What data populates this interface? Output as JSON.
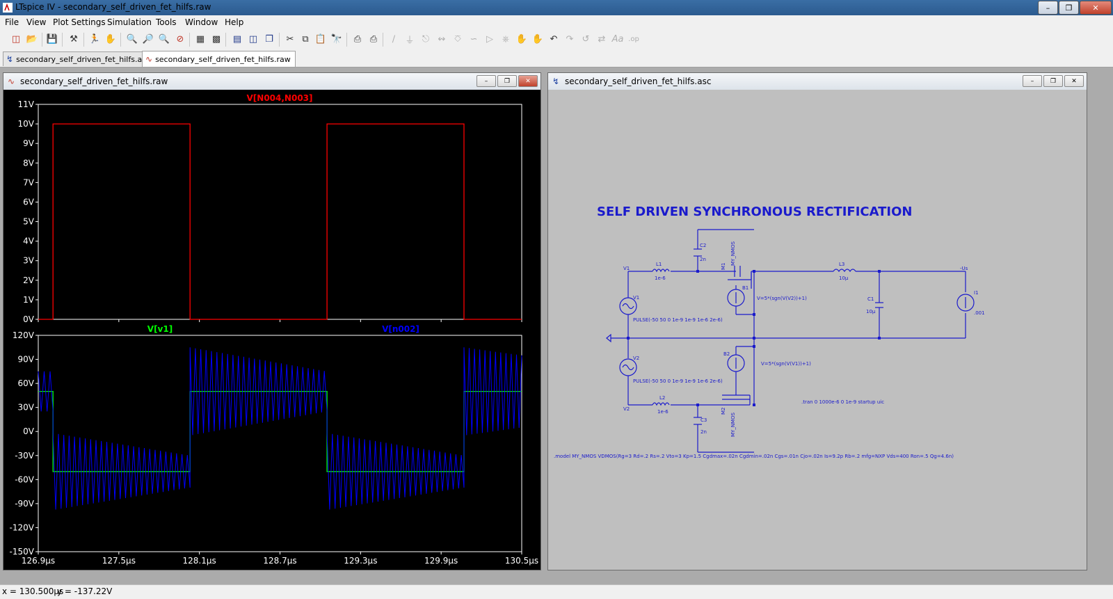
{
  "window": {
    "title": "LTspice IV - secondary_self_driven_fet_hilfs.raw",
    "controls": [
      "minimize",
      "maximize",
      "close"
    ]
  },
  "menu": [
    "File",
    "View",
    "Plot Settings",
    "Simulation",
    "Tools",
    "Window",
    "Help"
  ],
  "toolbar_icons": [
    "new-schematic",
    "open",
    "save",
    "control-panel",
    "run",
    "halt",
    "zoom-in",
    "zoom-out",
    "zoom-full",
    "zoom-cancel",
    "autorange",
    "manual-limits",
    "tile-horizontal",
    "tile-vertical",
    "cascade",
    "cut",
    "copy",
    "paste",
    "find",
    "print-preview",
    "print",
    "draw-wire",
    "ground",
    "label-net",
    "resistor",
    "capacitor",
    "inductor",
    "diode",
    "component",
    "move",
    "drag",
    "undo",
    "redo",
    "rotate",
    "mirror",
    "text",
    "spice-directive"
  ],
  "tabs": [
    {
      "label": "secondary_self_driven_fet_hilfs.asc",
      "icon": "schematic-icon"
    },
    {
      "label": "secondary_self_driven_fet_hilfs.raw",
      "icon": "waveform-icon",
      "active": true
    }
  ],
  "waveform_window": {
    "title": "secondary_self_driven_fet_hilfs.raw",
    "top_pane": {
      "trace_label": "V[N004,N003]",
      "trace_color": "#ff0000"
    },
    "bottom_pane": {
      "trace_labels": [
        {
          "text": "V[v1]",
          "color": "#00ff00"
        },
        {
          "text": "V[n002]",
          "color": "#0000ff"
        }
      ]
    }
  },
  "schematic_window": {
    "title": "secondary_self_driven_fet_hilfs.asc",
    "heading": "SELF DRIVEN SYNCHRONOUS RECTIFICATION",
    "labels": {
      "v1_net": "V1",
      "v1_src": "V1",
      "v1_pulse": "PULSE(-50 50 0 1e-9 1e-9 1e-6 2e-6)",
      "l1": "L1",
      "l1_val": "1e-6",
      "c2": "C2",
      "c2_val": "2n",
      "m1": "M1",
      "m1_model": "MY_NMOS",
      "b1": "B1",
      "b1_expr": "V=5*(sgn(V(V2))+1)",
      "l3": "L3",
      "l3_val": "10µ",
      "c1": "C1",
      "c1_val": "10µ",
      "us": "-Us",
      "i1": "I1",
      "i1_val": ".001",
      "v2_src": "V2",
      "v2_pulse": "PULSE(-50 50 0 1e-9 1e-9 1e-6 2e-6)",
      "b2": "B2",
      "b2_expr": "V=5*(sgn(V(V1))+1)",
      "l2": "L2",
      "l2_val": "1e-6",
      "v2_net": "V2",
      "c3": "C3",
      "c3_val": "2n",
      "m2": "M2",
      "m2_model": "MY_NMOS",
      "tran": ".tran 0 1000e-6 0 1e-9 startup uic",
      "model": ".model MY_NMOS VDMOS(Rg=3 Rd=.2 Rs=.2 Vto=3 Kp=1.5 Cgdmax=.02n Cgdmin=.02n Cgs=.01n Cjo=.02n Is=9.2p Rb=.2 mfg=NXP Vds=400 Ron=.5 Qg=4.6n)"
    }
  },
  "status": {
    "x": "x = 130.500µs",
    "y": "y = -137.22V"
  },
  "chart_data": [
    {
      "type": "line",
      "title": "V[N004,N003]",
      "y_ticks": [
        "11V",
        "10V",
        "9V",
        "8V",
        "7V",
        "6V",
        "5V",
        "4V",
        "3V",
        "2V",
        "1V",
        "0V"
      ],
      "ylim": [
        0,
        11
      ],
      "xlim": [
        126.9,
        130.5
      ],
      "grid": false,
      "background": "#000000",
      "series": [
        {
          "name": "V[N004,N003]",
          "color": "#ff0000",
          "x": [
            126.9,
            127.01,
            127.01,
            128.03,
            128.03,
            129.05,
            129.05,
            130.07,
            130.07,
            130.5
          ],
          "y": [
            0,
            0,
            10,
            10,
            0,
            0,
            10,
            10,
            0,
            0
          ]
        }
      ]
    },
    {
      "type": "line",
      "y_ticks": [
        "120V",
        "90V",
        "60V",
        "30V",
        "0V",
        "-30V",
        "-60V",
        "-90V",
        "-120V",
        "-150V"
      ],
      "x_ticks": [
        "126.9µs",
        "127.5µs",
        "128.1µs",
        "128.7µs",
        "129.3µs",
        "129.9µs",
        "130.5µs"
      ],
      "ylim": [
        -150,
        120
      ],
      "xlim": [
        126.9,
        130.5
      ],
      "grid": false,
      "background": "#000000",
      "series": [
        {
          "name": "V[v1]",
          "color": "#00ff00",
          "x": [
            126.9,
            127.01,
            127.01,
            128.03,
            128.03,
            129.05,
            129.05,
            130.07,
            130.07,
            130.5
          ],
          "y": [
            50,
            50,
            -50,
            -50,
            50,
            50,
            -50,
            -50,
            50,
            50
          ]
        },
        {
          "name": "V[n002]",
          "color": "#0000ff",
          "ringing_period_us": 0.04,
          "segments": [
            {
              "x0": 126.9,
              "x1": 127.01,
              "center": 50,
              "amp_start": 25,
              "amp_end": 25
            },
            {
              "x0": 127.01,
              "x1": 128.03,
              "center": -50,
              "amp_start": 48,
              "amp_end": 20
            },
            {
              "x0": 128.03,
              "x1": 129.05,
              "center": 50,
              "amp_start": 55,
              "amp_end": 25
            },
            {
              "x0": 129.05,
              "x1": 130.07,
              "center": -50,
              "amp_start": 48,
              "amp_end": 20
            },
            {
              "x0": 130.07,
              "x1": 130.5,
              "center": 50,
              "amp_start": 55,
              "amp_end": 45
            }
          ]
        }
      ]
    }
  ]
}
